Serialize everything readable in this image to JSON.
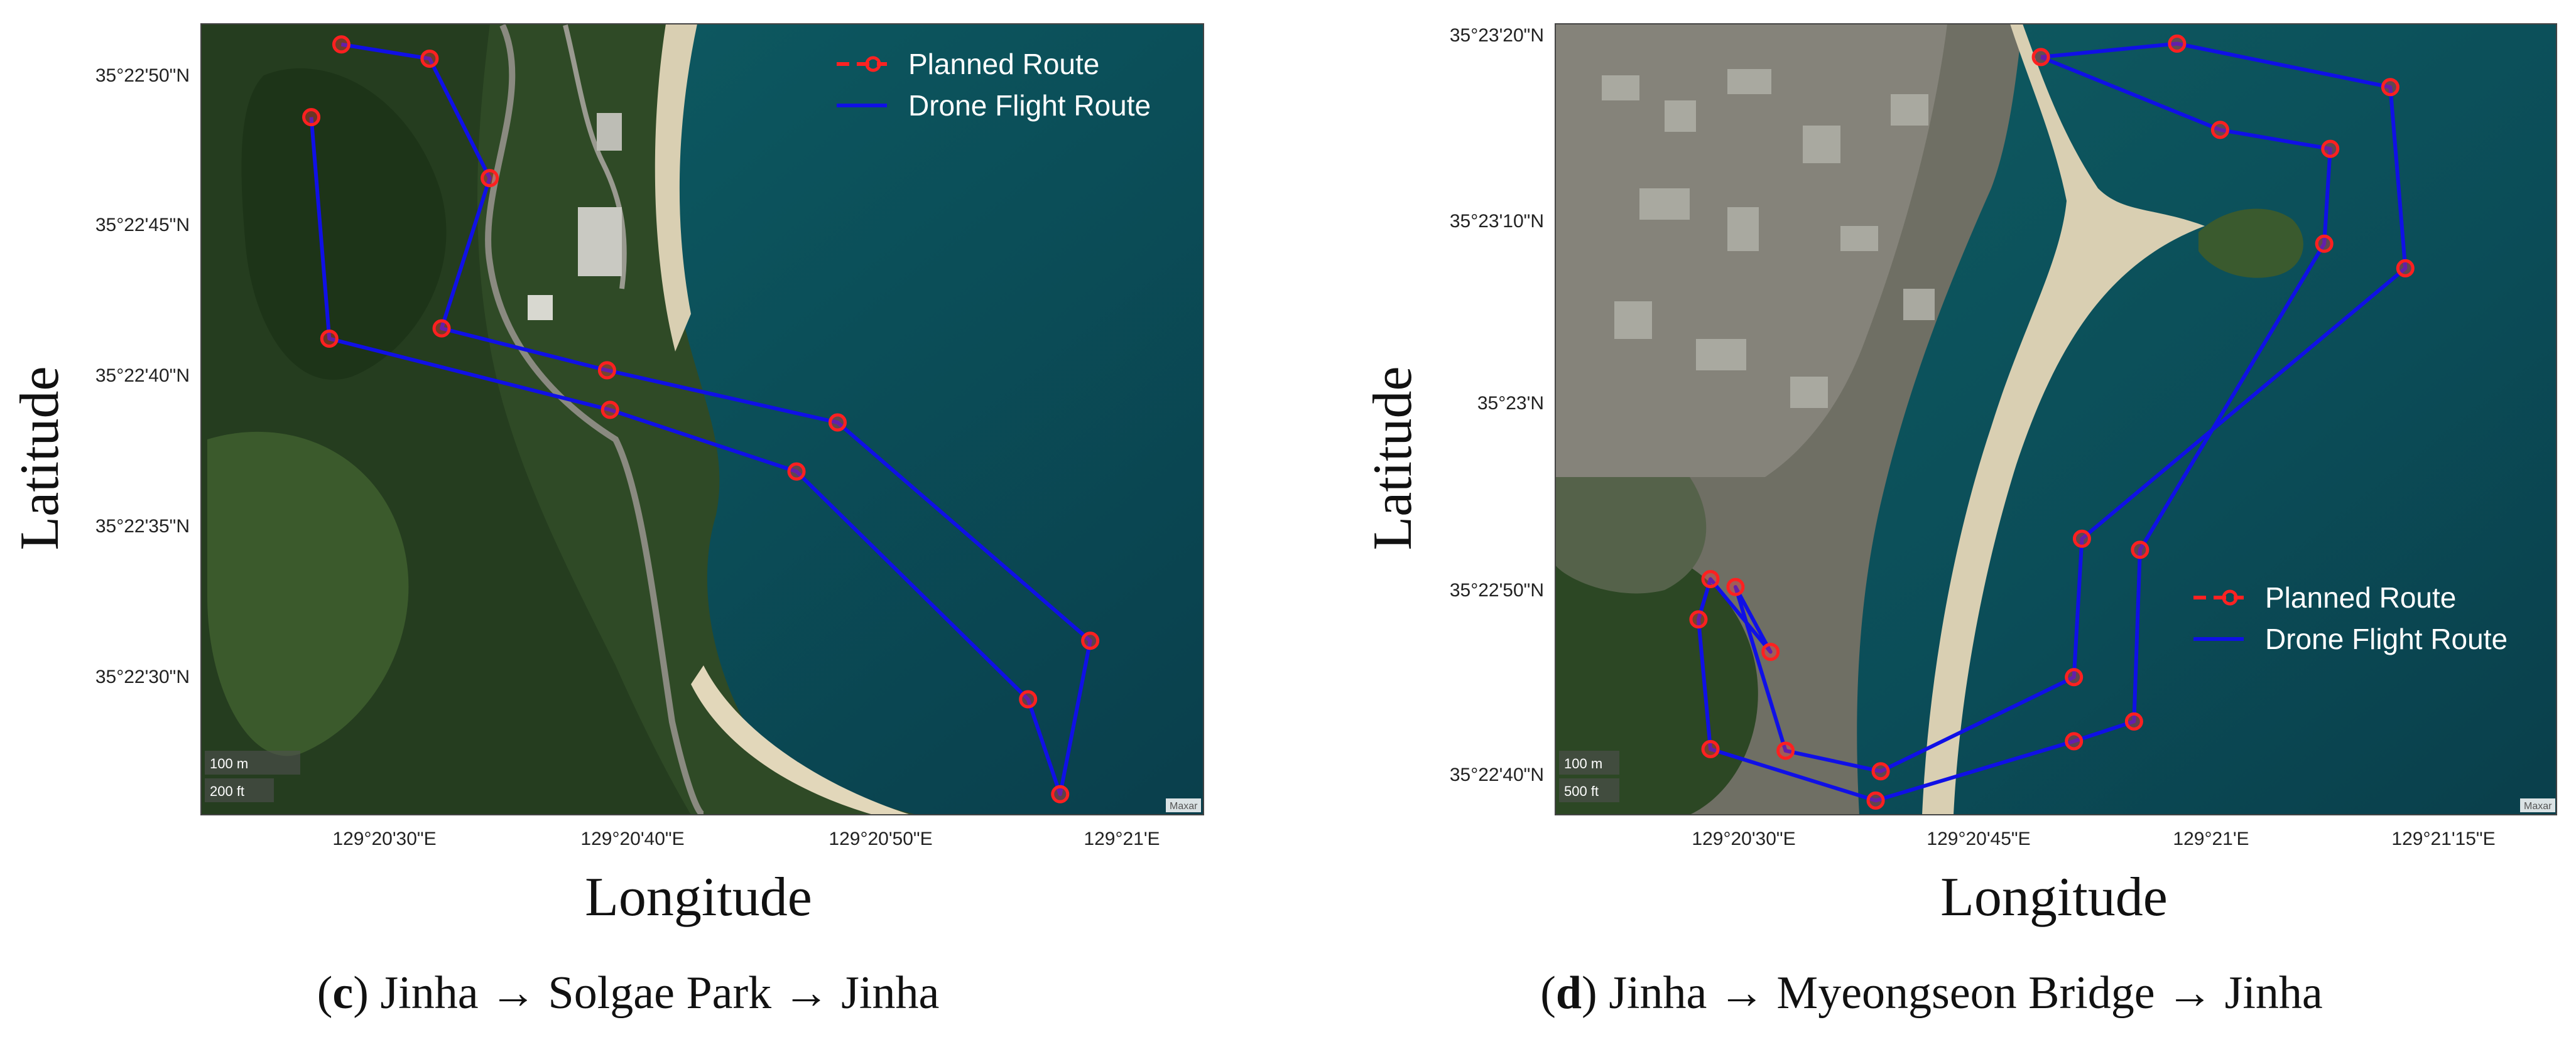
{
  "panels": [
    {
      "id": "c",
      "caption_letter": "c",
      "caption_text": "Jinha → Solgae Park → Jinha",
      "xlabel": "Longitude",
      "ylabel": "Latitude",
      "x_ticks": [
        "129°20'30\"E",
        "129°20'40\"E",
        "129°20'50\"E",
        "129°21'E"
      ],
      "y_ticks": [
        "35°22'50\"N",
        "35°22'45\"N",
        "35°22'40\"N",
        "35°22'35\"N",
        "35°22'30\"N"
      ],
      "legend": [
        "Planned Route",
        "Drone Flight Route"
      ],
      "scale": [
        "100 m",
        "200 ft"
      ],
      "attribution": "Maxar",
      "route": [
        [
          0.14,
          0.026
        ],
        [
          0.228,
          0.044
        ],
        [
          0.288,
          0.195
        ],
        [
          0.24,
          0.385
        ],
        [
          0.405,
          0.438
        ],
        [
          0.635,
          0.504
        ],
        [
          0.887,
          0.78
        ],
        [
          0.857,
          0.974
        ],
        [
          0.825,
          0.854
        ],
        [
          0.594,
          0.566
        ],
        [
          0.408,
          0.488
        ],
        [
          0.128,
          0.398
        ],
        [
          0.11,
          0.118
        ]
      ],
      "waypoints": [
        [
          0.14,
          0.026
        ],
        [
          0.228,
          0.044
        ],
        [
          0.288,
          0.195
        ],
        [
          0.24,
          0.385
        ],
        [
          0.405,
          0.438
        ],
        [
          0.635,
          0.504
        ],
        [
          0.887,
          0.78
        ],
        [
          0.857,
          0.974
        ],
        [
          0.825,
          0.854
        ],
        [
          0.594,
          0.566
        ],
        [
          0.408,
          0.488
        ],
        [
          0.128,
          0.398
        ],
        [
          0.11,
          0.118
        ]
      ]
    },
    {
      "id": "d",
      "caption_letter": "d",
      "caption_text": "Jinha → Myeongseon Bridge → Jinha",
      "xlabel": "Longitude",
      "ylabel": "Latitude",
      "x_ticks": [
        "129°20'30\"E",
        "129°20'45\"E",
        "129°21'E",
        "129°21'15\"E"
      ],
      "y_ticks": [
        "35°23'20\"N",
        "35°23'10\"N",
        "35°23'N",
        "35°22'50\"N",
        "35°22'40\"N"
      ],
      "legend": [
        "Planned Route",
        "Drone Flight Route"
      ],
      "scale": [
        "100 m",
        "500 ft"
      ],
      "attribution": "Maxar",
      "route": [
        [
          0.485,
          0.042
        ],
        [
          0.621,
          0.025
        ],
        [
          0.834,
          0.08
        ],
        [
          0.849,
          0.309
        ],
        [
          0.526,
          0.651
        ],
        [
          0.518,
          0.826
        ],
        [
          0.325,
          0.945
        ],
        [
          0.23,
          0.919
        ],
        [
          0.18,
          0.712
        ],
        [
          0.215,
          0.794
        ],
        [
          0.155,
          0.702
        ],
        [
          0.143,
          0.753
        ],
        [
          0.155,
          0.917
        ],
        [
          0.32,
          0.982
        ],
        [
          0.518,
          0.907
        ],
        [
          0.578,
          0.882
        ],
        [
          0.584,
          0.665
        ],
        [
          0.768,
          0.278
        ],
        [
          0.774,
          0.158
        ],
        [
          0.664,
          0.134
        ],
        [
          0.485,
          0.042
        ]
      ],
      "waypoints": [
        [
          0.485,
          0.042
        ],
        [
          0.621,
          0.025
        ],
        [
          0.834,
          0.08
        ],
        [
          0.849,
          0.309
        ],
        [
          0.526,
          0.651
        ],
        [
          0.518,
          0.826
        ],
        [
          0.325,
          0.945
        ],
        [
          0.23,
          0.919
        ],
        [
          0.18,
          0.712
        ],
        [
          0.215,
          0.794
        ],
        [
          0.155,
          0.702
        ],
        [
          0.143,
          0.753
        ],
        [
          0.155,
          0.917
        ],
        [
          0.32,
          0.982
        ],
        [
          0.518,
          0.907
        ],
        [
          0.578,
          0.882
        ],
        [
          0.584,
          0.665
        ],
        [
          0.768,
          0.278
        ],
        [
          0.774,
          0.158
        ],
        [
          0.664,
          0.134
        ]
      ]
    }
  ]
}
